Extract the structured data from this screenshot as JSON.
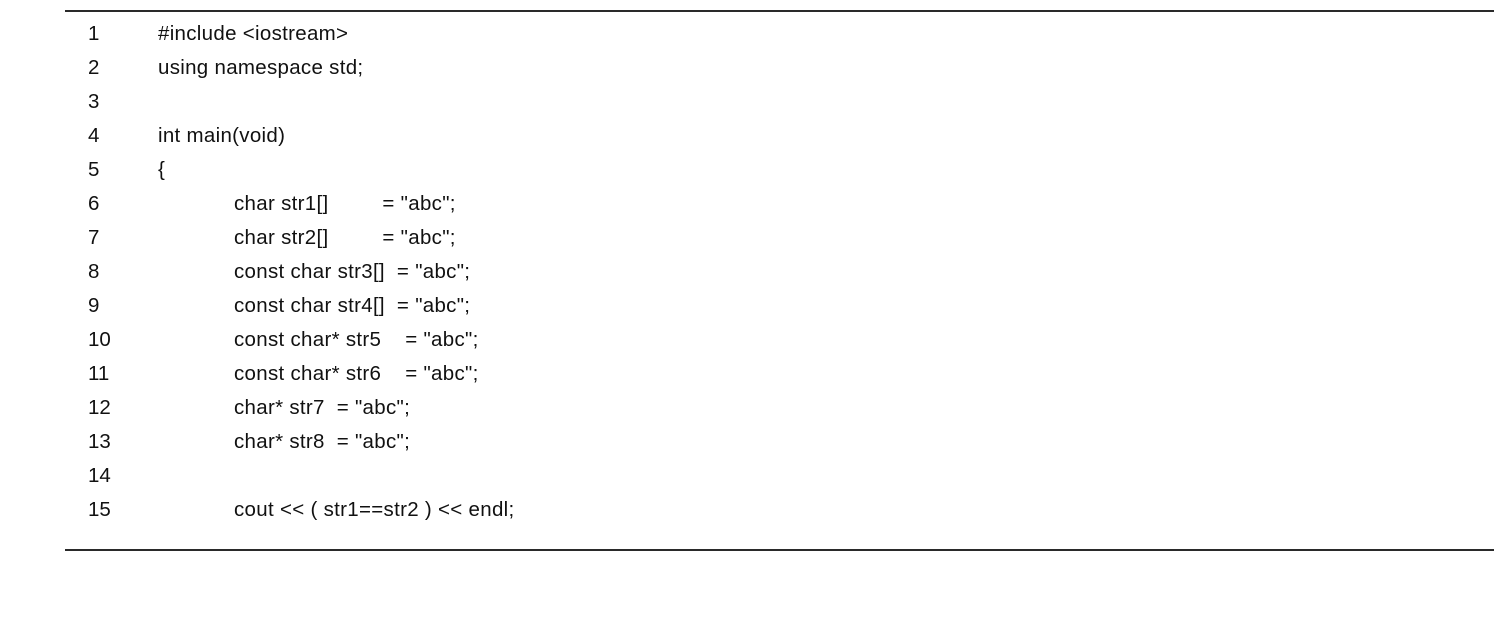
{
  "listing": {
    "lines": [
      {
        "number": "1",
        "code": "#include <iostream>"
      },
      {
        "number": "2",
        "code": "using namespace std;"
      },
      {
        "number": "3",
        "code": ""
      },
      {
        "number": "4",
        "code": "int main(void)"
      },
      {
        "number": "5",
        "code": "{"
      },
      {
        "number": "6",
        "code": "char str1[]         = \"abc\";"
      },
      {
        "number": "7",
        "code": "char str2[]         = \"abc\";"
      },
      {
        "number": "8",
        "code": "const char str3[]  = \"abc\";"
      },
      {
        "number": "9",
        "code": "const char str4[]  = \"abc\";"
      },
      {
        "number": "10",
        "code": "const char* str5    = \"abc\";"
      },
      {
        "number": "11",
        "code": "const char* str6    = \"abc\";"
      },
      {
        "number": "12",
        "code": "char* str7  = \"abc\";"
      },
      {
        "number": "13",
        "code": "char* str8  = \"abc\";"
      },
      {
        "number": "14",
        "code": ""
      },
      {
        "number": "15",
        "code": "cout << ( str1==str2 ) << endl;"
      }
    ]
  }
}
